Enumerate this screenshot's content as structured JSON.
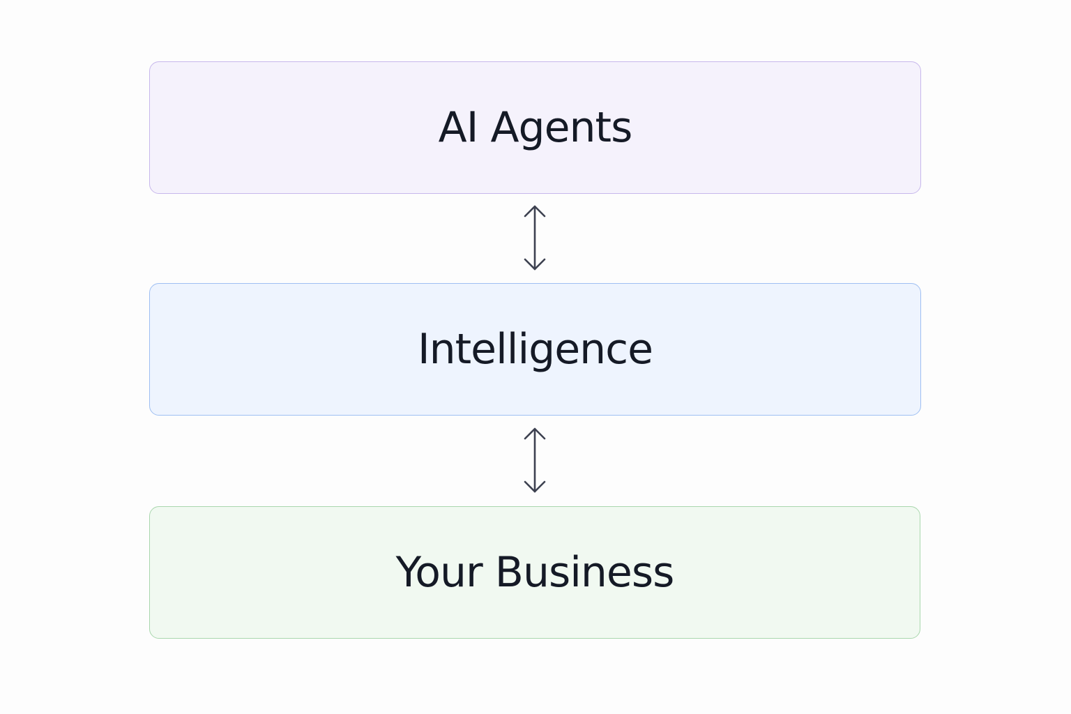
{
  "diagram": {
    "layers": [
      {
        "id": "agents",
        "label": "AI Agents",
        "fill": "#f5f2fc",
        "border": "#c7b7ec"
      },
      {
        "id": "intelligence",
        "label": "Intelligence",
        "fill": "#eef4fe",
        "border": "#9ebff2"
      },
      {
        "id": "business",
        "label": "Your Business",
        "fill": "#f1f9f1",
        "border": "#a9d7ad"
      }
    ],
    "connectors": [
      {
        "from": "AI Agents",
        "to": "Intelligence",
        "direction": "bidirectional",
        "color": "#3d4150"
      },
      {
        "from": "Intelligence",
        "to": "Your Business",
        "direction": "bidirectional",
        "color": "#3d4150"
      }
    ]
  }
}
